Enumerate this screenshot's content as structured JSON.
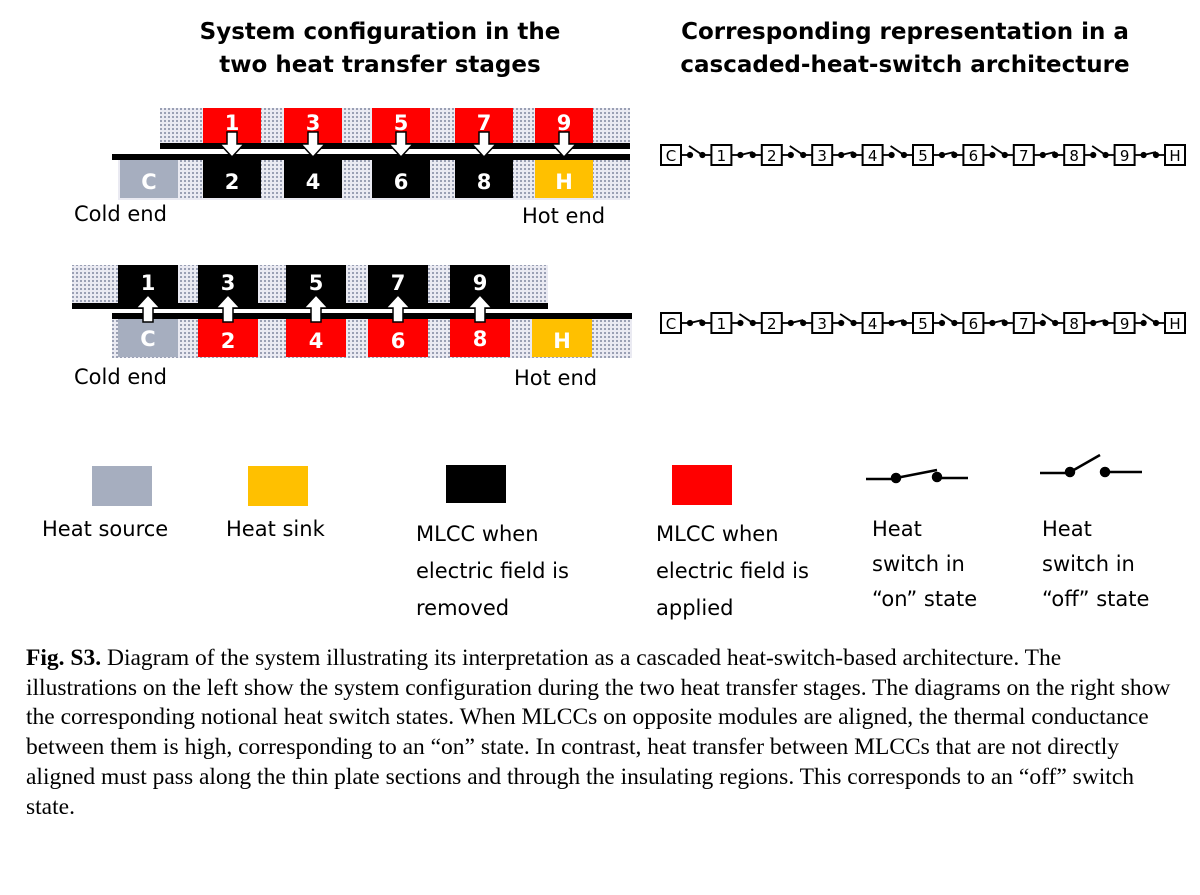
{
  "headers": {
    "left": "System configuration in the two heat transfer stages",
    "right": "Corresponding representation in a cascaded-heat-switch architecture"
  },
  "stage1": {
    "top_labels": [
      "1",
      "3",
      "5",
      "7",
      "9"
    ],
    "bottom_labels": [
      "C",
      "2",
      "4",
      "6",
      "8",
      "H"
    ],
    "cold_end": "Cold end",
    "hot_end": "Hot end"
  },
  "stage2": {
    "top_labels": [
      "1",
      "3",
      "5",
      "7",
      "9"
    ],
    "bottom_labels": [
      "C",
      "2",
      "4",
      "6",
      "8",
      "H"
    ],
    "cold_end": "Cold end",
    "hot_end": "Hot end"
  },
  "chain1": {
    "nodes": [
      "C",
      "1",
      "2",
      "3",
      "4",
      "5",
      "6",
      "7",
      "8",
      "9",
      "H"
    ],
    "switches": [
      "off",
      "on",
      "off",
      "on",
      "off",
      "on",
      "off",
      "on",
      "off",
      "on"
    ]
  },
  "chain2": {
    "nodes": [
      "C",
      "1",
      "2",
      "3",
      "4",
      "5",
      "6",
      "7",
      "8",
      "9",
      "H"
    ],
    "switches": [
      "on",
      "off",
      "on",
      "off",
      "on",
      "off",
      "on",
      "off",
      "on",
      "off"
    ]
  },
  "legend": {
    "heat_source": "Heat source",
    "heat_sink": "Heat sink",
    "mlcc_removed": [
      "MLCC when",
      "electric field is",
      "removed"
    ],
    "mlcc_applied": [
      "MLCC when",
      "electric field is",
      "applied"
    ],
    "switch_on": [
      "Heat",
      "switch in",
      "“on” state"
    ],
    "switch_off": [
      "Heat",
      "switch in",
      "“off” state"
    ]
  },
  "caption": {
    "label": "Fig. S3.",
    "text": " Diagram of the system illustrating its interpretation as a cascaded heat-switch-based architecture. The illustrations on the left show the system configuration during the two heat transfer stages. The diagrams on the right show the corresponding notional heat switch states. When MLCCs on opposite modules are aligned, the thermal conductance between them is high, corresponding to an “on” state. In contrast, heat transfer between MLCCs that are not directly aligned must pass along the thin plate sections and through the insulating regions. This corresponds to an “off” switch state."
  },
  "colors": {
    "heat_source": "#a6aebf",
    "heat_sink": "#ffc000",
    "mlcc_removed": "#000000",
    "mlcc_applied": "#ff0000"
  }
}
